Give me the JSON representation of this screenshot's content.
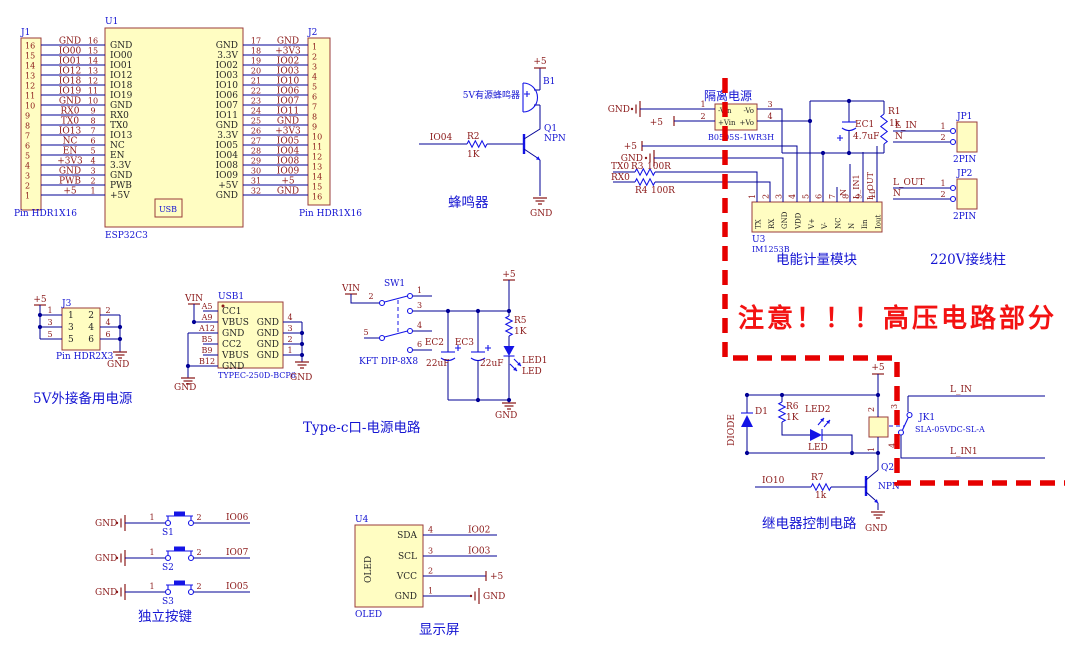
{
  "power": {
    "gnd": "GND",
    "p5": "+5"
  },
  "warning": {
    "text": "注意！！！高压电路部分"
  },
  "colors": {
    "wire": "#000096",
    "symbol": "#1414e6",
    "net_text": "#8b1a1a",
    "designator": "#1414d2",
    "body_fill": "#fffdc2",
    "body_stroke": "#9a3b3b",
    "warning": "#f31212",
    "boundary": "#e60000"
  },
  "esp": {
    "j1": {
      "ref": "J1",
      "part": "Pin HDR1X16"
    },
    "j2": {
      "ref": "J2",
      "part": "Pin HDR1X16"
    },
    "u1": {
      "ref": "U1",
      "part": "ESP32C3",
      "usb": "USB"
    },
    "left_rows": [
      {
        "net": "GND",
        "pin": "16",
        "name": "GND"
      },
      {
        "net": "IO00",
        "pin": "15",
        "name": "IO00"
      },
      {
        "net": "IO01",
        "pin": "14",
        "name": "IO01"
      },
      {
        "net": "IO12",
        "pin": "13",
        "name": "IO12"
      },
      {
        "net": "IO18",
        "pin": "12",
        "name": "IO18"
      },
      {
        "net": "IO19",
        "pin": "11",
        "name": "IO19"
      },
      {
        "net": "GND",
        "pin": "10",
        "name": "GND"
      },
      {
        "net": "RX0",
        "pin": "9",
        "name": "RX0"
      },
      {
        "net": "TX0",
        "pin": "8",
        "name": "TX0"
      },
      {
        "net": "IO13",
        "pin": "7",
        "name": "IO13"
      },
      {
        "net": "NC",
        "pin": "6",
        "name": "NC"
      },
      {
        "net": "EN",
        "pin": "5",
        "name": "EN"
      },
      {
        "net": "+3V3",
        "pin": "4",
        "name": "3.3V"
      },
      {
        "net": "GND",
        "pin": "3",
        "name": "GND"
      },
      {
        "net": "PWB",
        "pin": "2",
        "name": "PWB"
      },
      {
        "net": "+5",
        "pin": "1",
        "name": "+5V"
      }
    ],
    "right_rows": [
      {
        "name": "GND",
        "pin": "17",
        "net": "GND"
      },
      {
        "name": "3.3V",
        "pin": "18",
        "net": "+3V3"
      },
      {
        "name": "IO02",
        "pin": "19",
        "net": "IO02"
      },
      {
        "name": "IO03",
        "pin": "20",
        "net": "IO03"
      },
      {
        "name": "IO10",
        "pin": "21",
        "net": "IO10"
      },
      {
        "name": "IO06",
        "pin": "22",
        "net": "IO06"
      },
      {
        "name": "IO07",
        "pin": "23",
        "net": "IO07"
      },
      {
        "name": "IO11",
        "pin": "24",
        "net": "IO11"
      },
      {
        "name": "GND",
        "pin": "25",
        "net": "GND"
      },
      {
        "name": "3.3V",
        "pin": "26",
        "net": "+3V3"
      },
      {
        "name": "IO05",
        "pin": "27",
        "net": "IO05"
      },
      {
        "name": "IO04",
        "pin": "28",
        "net": "IO04"
      },
      {
        "name": "IO08",
        "pin": "29",
        "net": "IO08"
      },
      {
        "name": "IO09",
        "pin": "30",
        "net": "IO09"
      },
      {
        "name": "+5V",
        "pin": "31",
        "net": "+5"
      },
      {
        "name": "GND",
        "pin": "32",
        "net": "GND"
      }
    ]
  },
  "buzzer": {
    "title": "蜂鸣器",
    "net_in": "IO04",
    "r2": "R2",
    "r2_val": "1K",
    "b1": "B1",
    "b1_desc": "5V有源蜂鸣器",
    "q1": "Q1",
    "q1_type": "NPN"
  },
  "iso": {
    "title": "隔离电源",
    "part": "B0505S-1WR3H",
    "pin_nums": [
      "1",
      "2",
      "3",
      "4"
    ],
    "pin_names": [
      "-Vin",
      "+Vin",
      "-Vo",
      "+Vo"
    ],
    "ec1": "EC1",
    "ec1_val": "4.7uF",
    "r1": "R1",
    "r1_val": "1k"
  },
  "meter": {
    "title": "电能计量模块",
    "ref": "U3",
    "part": "IM1253B",
    "tx_net": "TX0",
    "rx_net": "RX0",
    "r3": "R3",
    "r3_val": "100R",
    "r4": "R4",
    "r4_val": "100R",
    "pins": [
      {
        "n": "1",
        "name": "TX"
      },
      {
        "n": "2",
        "name": "RX"
      },
      {
        "n": "3",
        "name": "GND"
      },
      {
        "n": "4",
        "name": "VDD"
      },
      {
        "n": "5",
        "name": "V+"
      },
      {
        "n": "6",
        "name": "V-"
      },
      {
        "n": "7",
        "name": "NC"
      },
      {
        "n": "8",
        "name": "N"
      },
      {
        "n": "9",
        "name": "Iin"
      },
      {
        "n": "10",
        "name": "Iout"
      }
    ],
    "vert_nets": [
      "N",
      "L_IN1",
      "L_OUT"
    ]
  },
  "jacks": {
    "title": "220V接线柱",
    "jp1": {
      "ref": "JP1",
      "part": "2PIN",
      "net1": "L_IN",
      "net2": "N",
      "pins": [
        "1",
        "2"
      ]
    },
    "jp2": {
      "ref": "JP2",
      "part": "2PIN",
      "net1": "L_OUT",
      "net2": "N",
      "pins": [
        "1",
        "2"
      ]
    }
  },
  "backup": {
    "title": "5V外接备用电源",
    "ref": "J3",
    "part": "Pin HDR2X3",
    "left_pins": [
      "1",
      "3",
      "5"
    ],
    "right_pins": [
      "2",
      "4",
      "6"
    ]
  },
  "typec": {
    "title": "Type-c口-电源电路",
    "ref": "USB1",
    "part": "TYPEC-250D-BCP6",
    "vin": "VIN",
    "left_pins": [
      {
        "pad": "A5",
        "name": "CC1"
      },
      {
        "pad": "A9",
        "name": "VBUS"
      },
      {
        "pad": "A12",
        "name": "GND"
      },
      {
        "pad": "B5",
        "name": "CC2"
      },
      {
        "pad": "B9",
        "name": "VBUS"
      },
      {
        "pad": "B12",
        "name": "GND"
      }
    ],
    "right_pins": [
      {
        "n": "4",
        "name": "GND"
      },
      {
        "n": "3",
        "name": "GND"
      },
      {
        "n": "2",
        "name": "GND"
      },
      {
        "n": "1",
        "name": "GND"
      }
    ]
  },
  "pswitch": {
    "ref": "SW1",
    "part": "KFT DIP-8X8",
    "vin": "VIN",
    "pins": [
      "1",
      "2",
      "3",
      "4",
      "5",
      "6"
    ],
    "ec2": "EC2",
    "ec2_val": "22uF",
    "ec3": "EC3",
    "ec3_val": "22uF",
    "r5": "R5",
    "r5_val": "1K",
    "led1": "LED1",
    "led1_val": "LED"
  },
  "relay": {
    "title": "继电器控制电路",
    "net_in": "IO10",
    "d1": "D1",
    "d1_val": "DIODE",
    "r6": "R6",
    "r6_val": "1K",
    "led2": "LED2",
    "led2_val": "LED",
    "r7": "R7",
    "r7_val": "1k",
    "q2": "Q2",
    "q2_type": "NPN",
    "jk1": "JK1",
    "jk1_val": "SLA-05VDC-SL-A",
    "coil_pins": [
      "2",
      "1"
    ],
    "contact_pins": [
      "3",
      "4"
    ],
    "net_lin": "L_IN",
    "net_lin1": "L_IN1"
  },
  "buttons": {
    "title": "独立按键",
    "pin_l": "1",
    "pin_r": "2",
    "rows": [
      {
        "ref": "S1",
        "net": "IO06"
      },
      {
        "ref": "S2",
        "net": "IO07"
      },
      {
        "ref": "S3",
        "net": "IO05"
      }
    ]
  },
  "oled": {
    "title": "显示屏",
    "ref": "U4",
    "part": "OLED",
    "inner": "OLED",
    "rows": [
      {
        "name": "SDA",
        "n": "4",
        "net": "IO02"
      },
      {
        "name": "SCL",
        "n": "3",
        "net": "IO03"
      },
      {
        "name": "VCC",
        "n": "2",
        "net": "+5"
      },
      {
        "name": "GND",
        "n": "1",
        "net": "GND"
      }
    ]
  }
}
